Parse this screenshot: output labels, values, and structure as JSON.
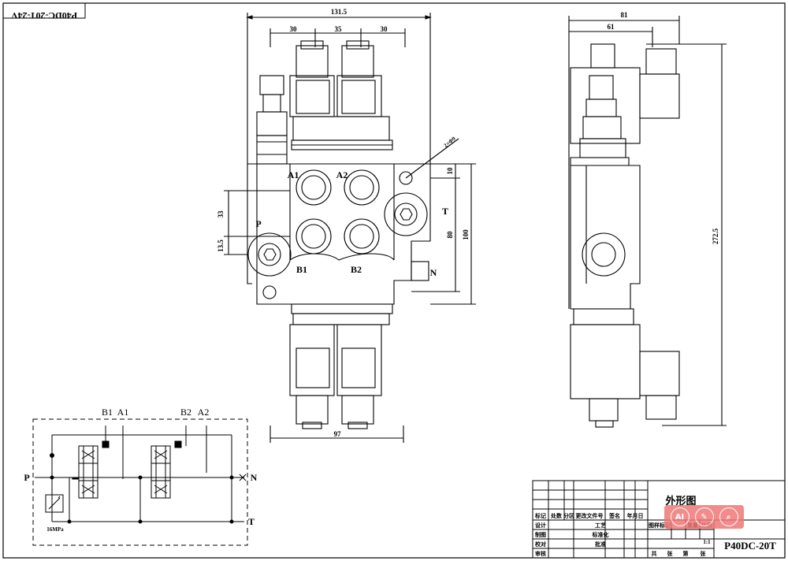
{
  "corner_label": "P40DC-20T-24V",
  "front": {
    "width_total": "131.5",
    "dim_30_left": "30",
    "dim_35": "35",
    "dim_30_right": "30",
    "port_a1": "A1",
    "port_a2": "A2",
    "port_b1": "B1",
    "port_b2": "B2",
    "port_p": "P",
    "port_t": "T",
    "port_n": "N",
    "dim_33": "33",
    "dim_13_5": "13.5",
    "dim_10": "10",
    "dim_80": "80",
    "dim_100": "100",
    "bottom_width": "97",
    "hole_note": "2×Φ9"
  },
  "side": {
    "dim_81": "81",
    "dim_61": "61",
    "height": "272.5"
  },
  "schematic": {
    "b1": "B1",
    "a1": "A1",
    "b2": "B2",
    "a2": "A2",
    "p": "P",
    "n": "N",
    "t": "T",
    "relief": "16MPa"
  },
  "title_block": {
    "drawing_name": "外形图",
    "model": "P40DC-20T",
    "scale": "1:1",
    "rows": [
      [
        "标记",
        "处数",
        "分区",
        "更改文件号",
        "签名",
        "年月日"
      ],
      [
        "设计",
        "",
        "",
        "工艺",
        "",
        ""
      ],
      [
        "制图",
        "",
        "",
        "标准化",
        "",
        ""
      ],
      [
        "校对",
        "",
        "",
        "批准",
        "",
        ""
      ],
      [
        "审核",
        "",
        "",
        "",
        "",
        ""
      ]
    ],
    "header_right": [
      "图样标记",
      "重量",
      "比例"
    ],
    "footer": [
      "共",
      "张",
      "第",
      "张"
    ]
  },
  "toolbar": {
    "btn1": "AI",
    "btn2": "✎",
    "btn3": "⌕"
  }
}
